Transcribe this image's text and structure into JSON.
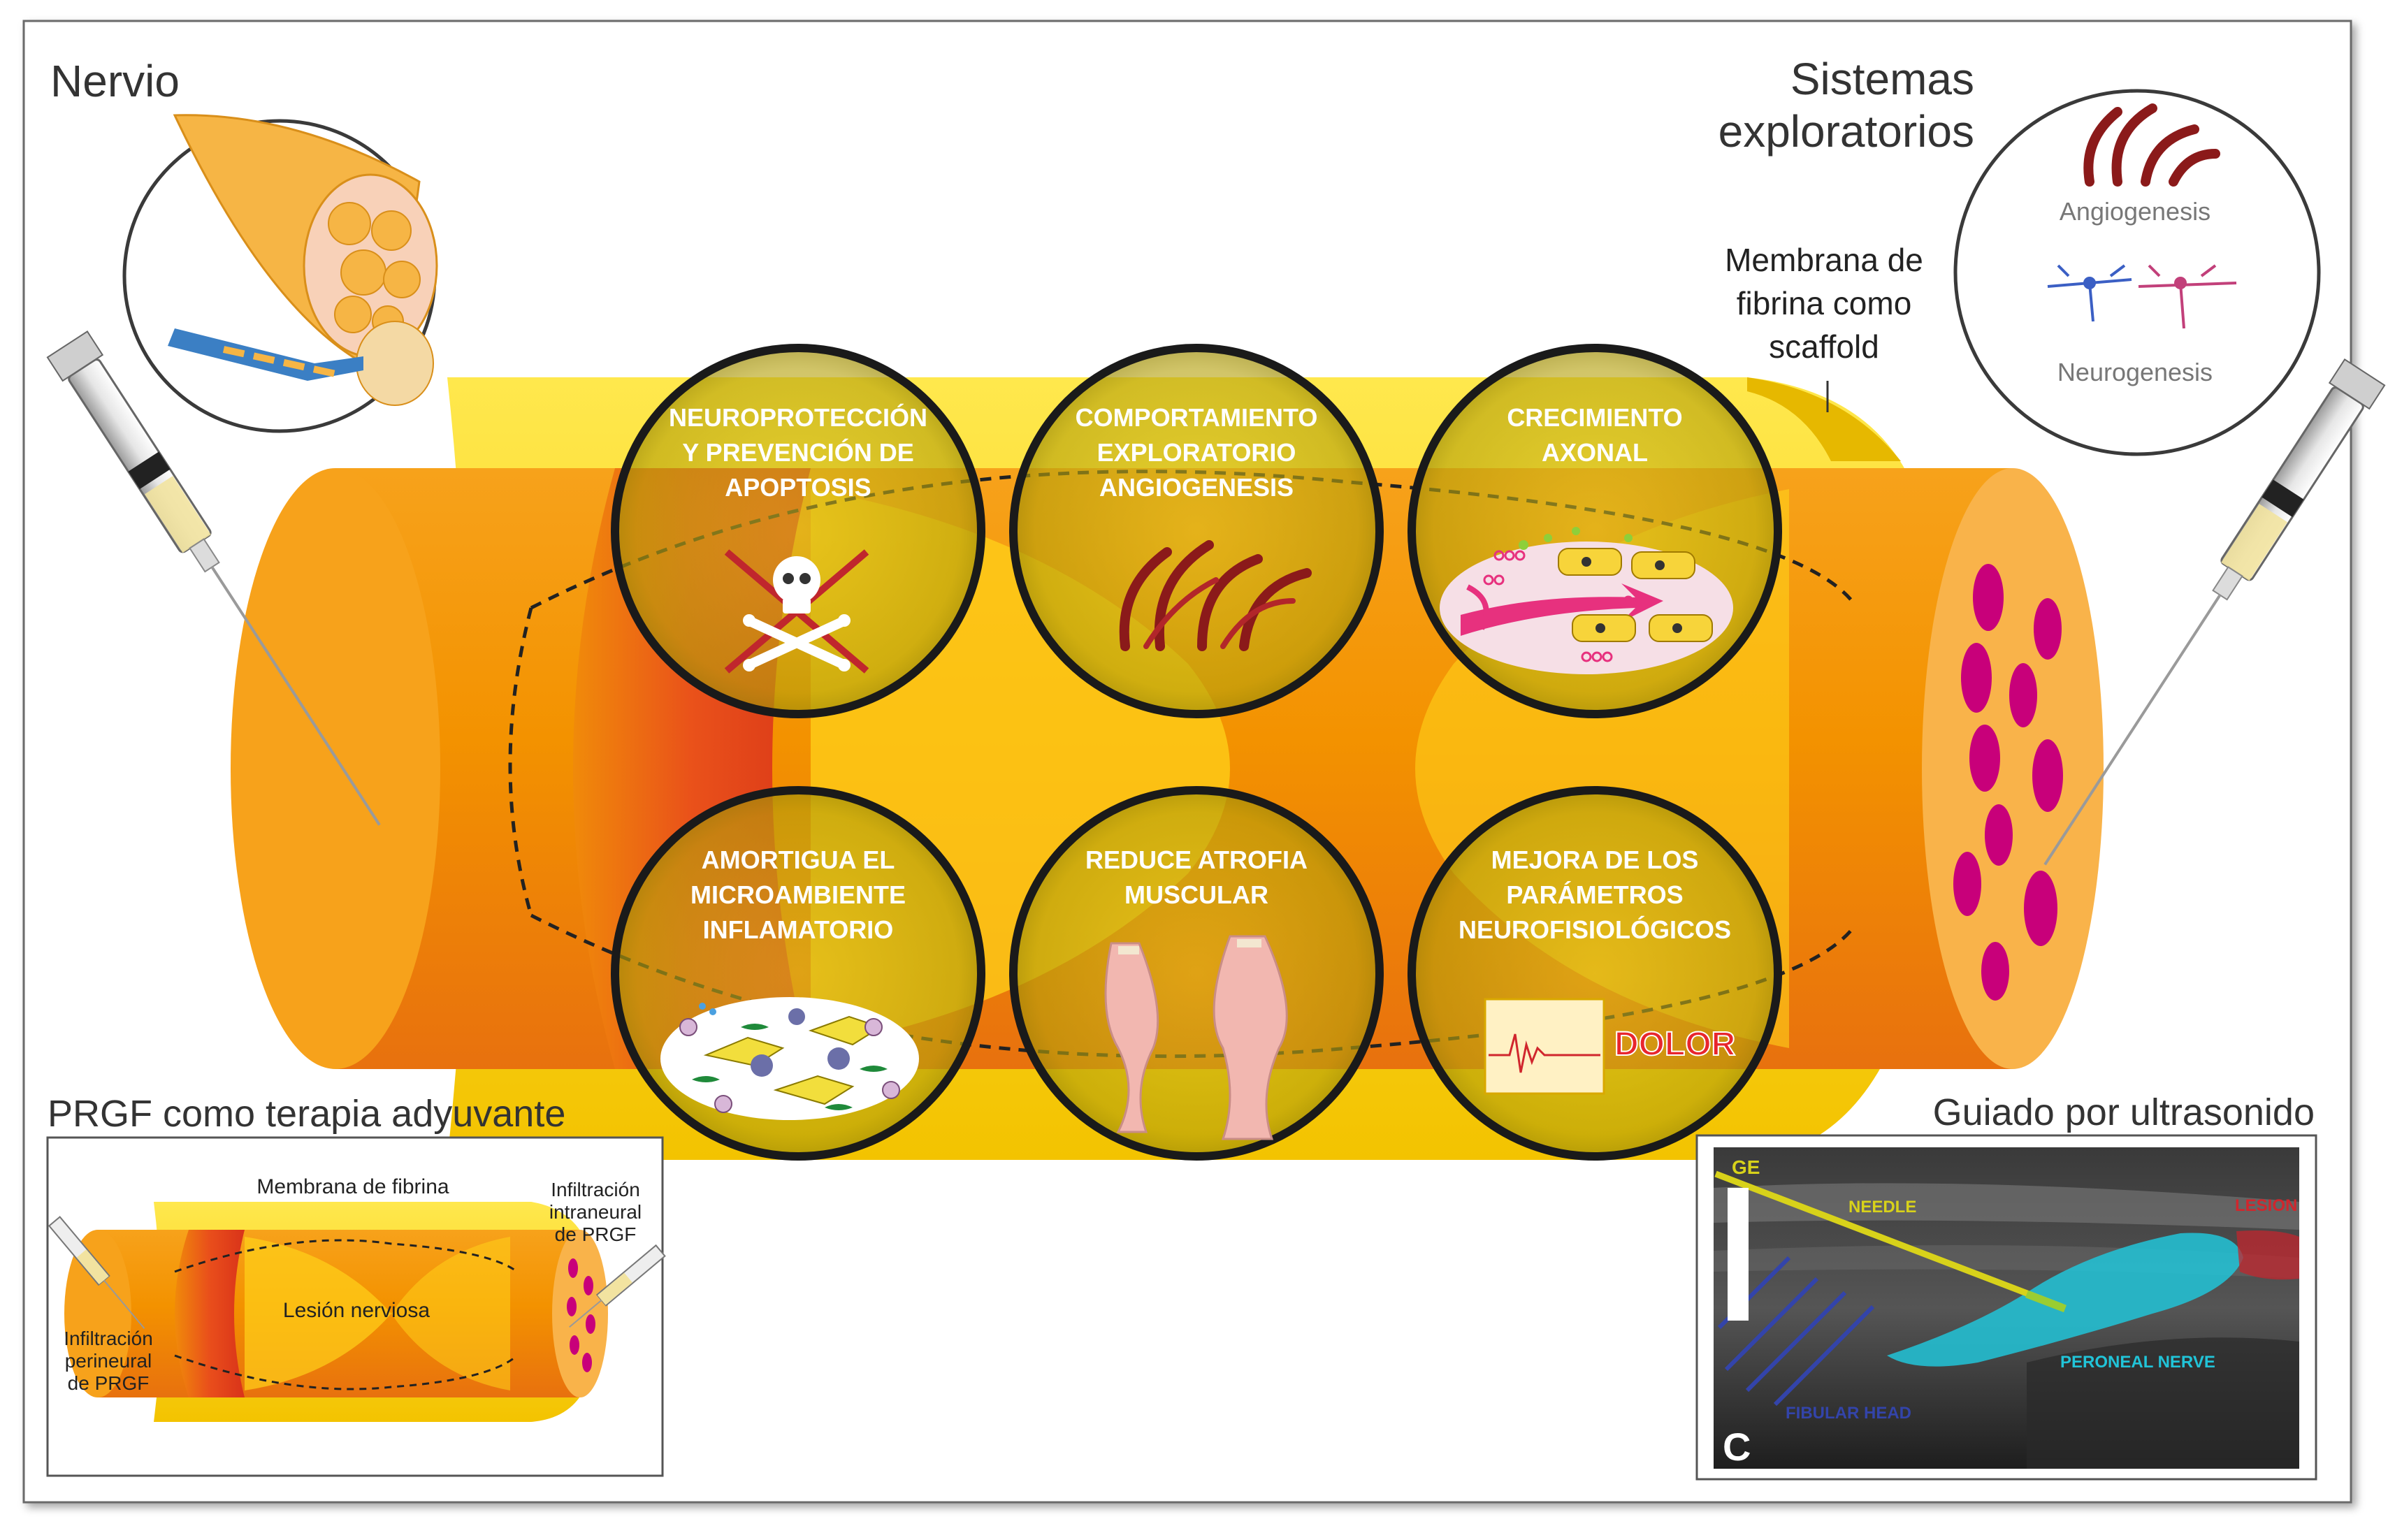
{
  "headings": {
    "nervio": "Nervio",
    "sistemas_line1": "Sistemas",
    "sistemas_line2": "exploratorios",
    "prgf": "PRGF como terapia adyuvante",
    "guiado": "Guiado por ultrasonido"
  },
  "membrane_label": [
    "Membrana de",
    "fibrina como",
    "scaffold"
  ],
  "exploratory_systems": {
    "angiogenesis": "Angiogenesis",
    "neurogenesis": "Neurogenesis"
  },
  "effects": [
    {
      "lines": [
        "NEUROPROTECCIÓN",
        "Y PREVENCIÓN DE",
        "APOPTOSIS"
      ],
      "icon": "skull-crossbones-icon"
    },
    {
      "lines": [
        "COMPORTAMIENTO",
        "EXPLORATORIO",
        "ANGIOGENESIS"
      ],
      "icon": "vessel-sprouting-icon"
    },
    {
      "lines": [
        "CRECIMIENTO",
        "AXONAL"
      ],
      "icon": "axon-growth-icon"
    },
    {
      "lines": [
        "AMORTIGUA EL",
        "MICROAMBIENTE",
        "INFLAMATORIO"
      ],
      "icon": "inflammatory-cells-icon"
    },
    {
      "lines": [
        "REDUCE ATROFIA",
        "MUSCULAR"
      ],
      "icon": "muscle-icon"
    },
    {
      "lines": [
        "MEJORA DE LOS",
        "PARÁMETROS",
        "NEUROFISIOLÓGICOS"
      ],
      "icon": "emg-trace-icon"
    }
  ],
  "dolor_label": "DOLOR",
  "inset": {
    "membrane": "Membrana de fibrina",
    "lesion": "Lesión nerviosa",
    "intraneural": [
      "Infiltración",
      "intraneural",
      "de PRGF"
    ],
    "perineural": [
      "Infiltración",
      "perineural",
      "de PRGF"
    ]
  },
  "ultrasound": {
    "ge": "GE",
    "needle": "NEEDLE",
    "lesion": "LESION",
    "peroneal": "PERONEAL NERVE",
    "fibular": "FIBULAR HEAD",
    "panel": "C"
  },
  "colors": {
    "orange": "#f39200",
    "deep_orange": "#e94e1b",
    "yellow": "#ffdd00",
    "magenta": "#c8007a",
    "dark_red": "#8b1a1a",
    "cyan": "#21c4d8",
    "needle_yellow": "#d8d21a"
  }
}
